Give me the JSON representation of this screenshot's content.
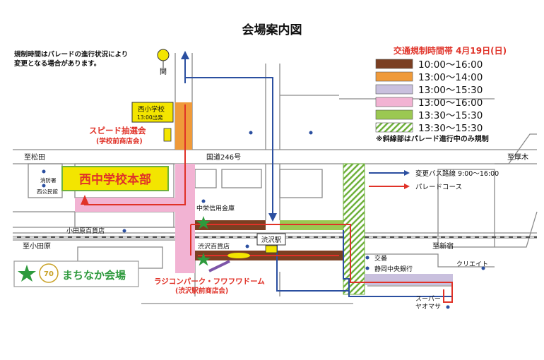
{
  "title": "会場案内図",
  "note": [
    "規制時間はパレードの進行状況により",
    "変更となる場合があります。"
  ],
  "legend": {
    "title": "交通規制時間帯 4月19日(日)",
    "items": [
      {
        "label": "10:00〜16:00",
        "color": "#7b3f22"
      },
      {
        "label": "13:00〜14:00",
        "color": "#ef9a3a"
      },
      {
        "label": "13:00〜15:30",
        "color": "#c9c0de"
      },
      {
        "label": "13:00〜16:00",
        "color": "#f2b3d3"
      },
      {
        "label": "13:30〜15:30",
        "color": "#9bc852"
      },
      {
        "label": "13:30〜15:30",
        "color": "hatched-green"
      }
    ],
    "footnote": "※斜線部はパレード進行中のみ規制"
  },
  "route_legend": {
    "bus": {
      "label": "変更バス路線 9:00〜16:00",
      "color": "#2b4fa0"
    },
    "parade": {
      "label": "パレードコース",
      "color": "#e03228"
    }
  },
  "places": {
    "seki": "関",
    "nishi_school": "西小学校",
    "nishi_school_time": "13:00出発",
    "speed_lottery": "スピード抽選会",
    "speed_lottery_sub": "(学校前商店会)",
    "to_matsuda": "至松田",
    "route246": "国道246号",
    "to_atsugi": "至厚木",
    "fire_station": "消防署",
    "community_hall": "西公民館",
    "main_venue": "西中学校本部",
    "shinkin": "中栄信用金庫",
    "odakyu_dept": "小田原百貨店",
    "to_odawara": "至小田原",
    "shibusawa_station": "渋沢駅",
    "shibusawa_dept": "渋沢百貨店",
    "to_shinjuku": "至新宿",
    "koban": "交番",
    "shizuoka_bank": "静岡中央銀行",
    "create": "クリエイト",
    "super1": "スーパー",
    "super2": "ヤオマサ",
    "radicon": "ラジコンパーク・フワフワドーム",
    "radicon_sub": "(渋沢駅前商店会)",
    "machinaka": "まちなか会場",
    "badge70": "70"
  }
}
